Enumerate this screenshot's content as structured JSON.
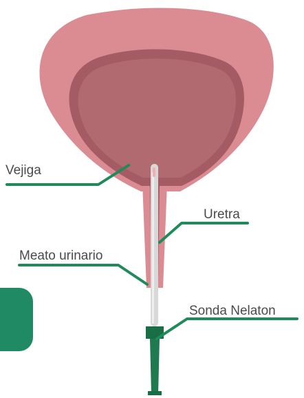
{
  "labels": {
    "bladder": "Vejiga",
    "urethra": "Uretra",
    "urinary_meatus": "Meato urinario",
    "catheter": "Sonda Nelaton"
  },
  "colors": {
    "bladder_outer": "#db8c92",
    "bladder_inner_rim": "#a55b63",
    "bladder_inner": "#b06a70",
    "urethra": "#db8c92",
    "catheter_tube": "#d8d8d8",
    "catheter_tip": "#f0b0b0",
    "connector": "#1f7a4f",
    "leader_line": "#1f8a5a",
    "side_tab": "#1f8a63"
  }
}
